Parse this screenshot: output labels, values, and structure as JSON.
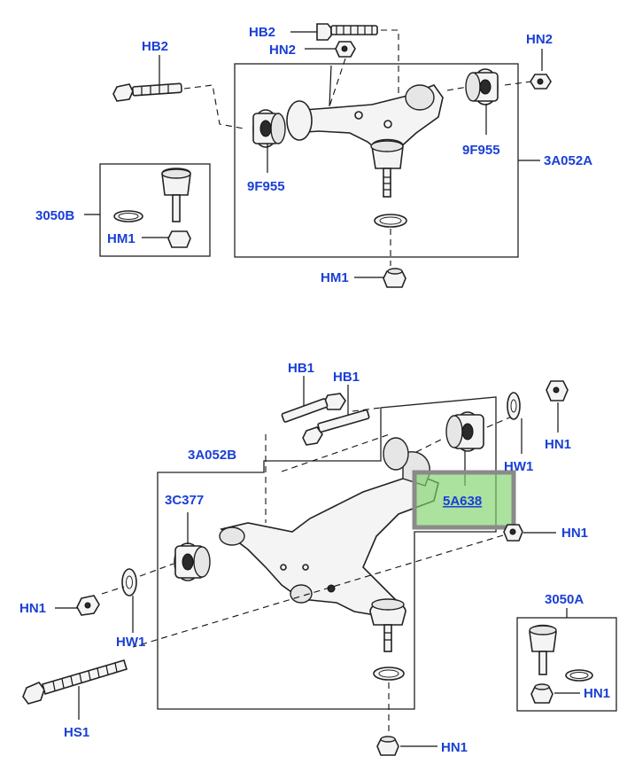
{
  "labels": {
    "hb2_top": "HB2",
    "hb2_left": "HB2",
    "hn2_top": "HN2",
    "hn2_right": "HN2",
    "b9f955_left": "9F955",
    "b9f955_right": "9F955",
    "a3a052a": "3A052A",
    "b3050b": "3050B",
    "hm1_box": "HM1",
    "hm1_bottom": "HM1",
    "hb1_a": "HB1",
    "hb1_b": "HB1",
    "a3a052b": "3A052B",
    "c3c377": "3C377",
    "hn1_topright": "HN1",
    "hw1_right": "HW1",
    "a5a638": "5A638",
    "hn1_mid": "HN1",
    "hn1_left": "HN1",
    "hw1_left": "HW1",
    "b3050a": "3050A",
    "hn1_box": "HN1",
    "hs1": "HS1",
    "hn1_bottom": "HN1"
  },
  "highlight": {
    "label": "5A638",
    "color": "#7dd36a"
  }
}
